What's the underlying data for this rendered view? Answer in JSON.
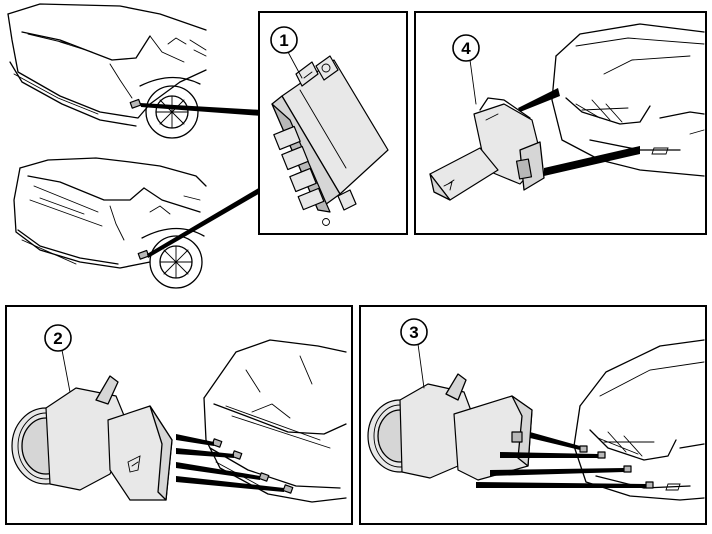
{
  "callouts": {
    "module": "1",
    "rear_sensor": "2",
    "front_sensor": "3",
    "blind_spot_sensor": "4"
  }
}
